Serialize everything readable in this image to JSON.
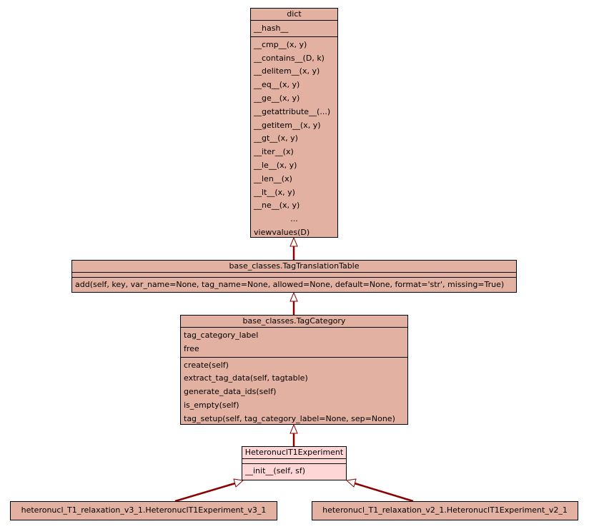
{
  "nodes": {
    "dict": {
      "title": "dict",
      "attributes": [
        "__hash__"
      ],
      "methods": [
        "__cmp__(x, y)",
        "__contains__(D, k)",
        "__delitem__(x, y)",
        "__eq__(x, y)",
        "__ge__(x, y)",
        "__getattribute__(...)",
        "__getitem__(x, y)",
        "__gt__(x, y)",
        "__iter__(x)",
        "__le__(x, y)",
        "__len__(x)",
        "__lt__(x, y)",
        "__ne__(x, y)",
        "...",
        "viewvalues(D)"
      ]
    },
    "tag_translation_table": {
      "title": "base_classes.TagTranslationTable",
      "methods": [
        "add(self, key, var_name=None, tag_name=None, allowed=None, default=None, format='str', missing=True)"
      ]
    },
    "tag_category": {
      "title": "base_classes.TagCategory",
      "attributes": [
        "tag_category_label",
        "free"
      ],
      "methods": [
        "create(self)",
        "extract_tag_data(self, tagtable)",
        "generate_data_ids(self)",
        "is_empty(self)",
        "tag_setup(self, tag_category_label=None, sep=None)"
      ]
    },
    "heteronucl_t1_experiment": {
      "title": "HeteronuclT1Experiment",
      "methods": [
        "__init__(self, sf)"
      ]
    },
    "v3_1": {
      "title": "heteronucl_T1_relaxation_v3_1.HeteronuclT1Experiment_v3_1"
    },
    "v2_1": {
      "title": "heteronucl_T1_relaxation_v2_1.HeteronuclT1Experiment_v2_1"
    }
  },
  "colors": {
    "node_fill": "#e3b1a1",
    "highlight_fill": "#ffd6d6",
    "edge": "#8b0000"
  }
}
